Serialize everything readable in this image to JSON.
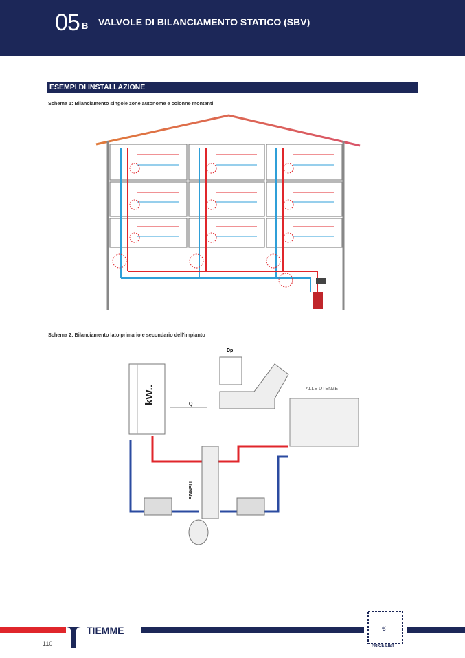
{
  "header": {
    "chapter": "05",
    "chapter_suffix": "B",
    "title": "VALVOLE DI BILANCIAMENTO STATICO (SBV)"
  },
  "section": {
    "title": "ESEMPI DI INSTALLAZIONE"
  },
  "schema1": {
    "caption": "Schema 1: Bilanciamento singole zone autonome e colonne montanti"
  },
  "schema2": {
    "caption": "Schema 2: Bilanciamento lato primario e secondario dell’impianto",
    "boiler_label": "kW..",
    "flow_label": "Q",
    "dp_label": "Dp",
    "manifold_label": "ALLE UTENZE",
    "separator_brand": "TIEMME"
  },
  "footer": {
    "page_number": "110",
    "brand": "TIEMME",
    "qr_label": "PRICE LIST"
  },
  "colors": {
    "navy": "#1c2758",
    "red": "#e0262b",
    "blue": "#2f9fd8",
    "dark_blue": "#2b4ba0"
  }
}
